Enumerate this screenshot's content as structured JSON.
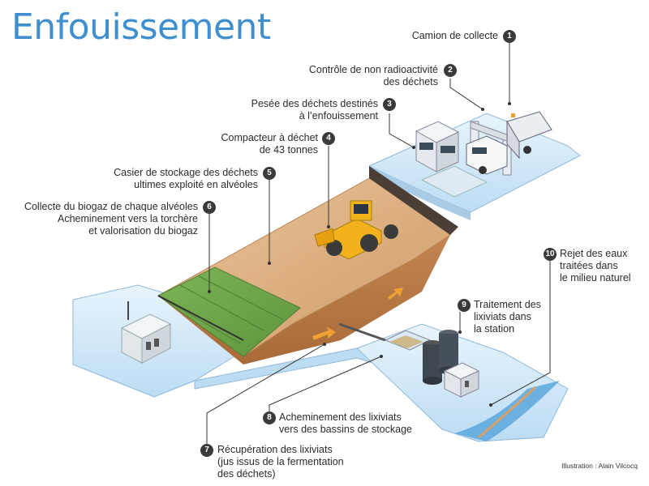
{
  "title": "Enfouissement",
  "credit": "Illustration : Alain Vilcocq",
  "steps": [
    {
      "n": "1",
      "lines": [
        "Camion de collecte"
      ]
    },
    {
      "n": "2",
      "lines": [
        "Contrôle de non radioactivité",
        "des déchets"
      ]
    },
    {
      "n": "3",
      "lines": [
        "Pesée des déchets destinés",
        "à l’enfouissement"
      ]
    },
    {
      "n": "4",
      "lines": [
        "Compacteur à déchet",
        "de 43 tonnes"
      ]
    },
    {
      "n": "5",
      "lines": [
        "Casier de stockage des déchets",
        "ultimes exploité en alvéoles"
      ]
    },
    {
      "n": "6",
      "lines": [
        "Collecte du biogaz de chaque alvéoles",
        "Acheminement vers la torchère",
        "et valorisation du biogaz"
      ]
    },
    {
      "n": "7",
      "lines": [
        "Récupération des lixiviats",
        "(jus issus de la fermentation",
        "des déchets)"
      ]
    },
    {
      "n": "8",
      "lines": [
        "Acheminement des lixiviats",
        "vers des bassins de stockage"
      ]
    },
    {
      "n": "9",
      "lines": [
        "Traitement des",
        "lixiviats dans",
        "la station"
      ]
    },
    {
      "n": "10",
      "lines": [
        "Rejet des eaux",
        "traitées dans",
        "le milieu naturel"
      ]
    }
  ],
  "colors": {
    "title": "#3f8fd0",
    "water": "#cfe6f7",
    "soil": "#d7a877",
    "grass": "#6fa64a",
    "machine": "#f2b21c"
  }
}
